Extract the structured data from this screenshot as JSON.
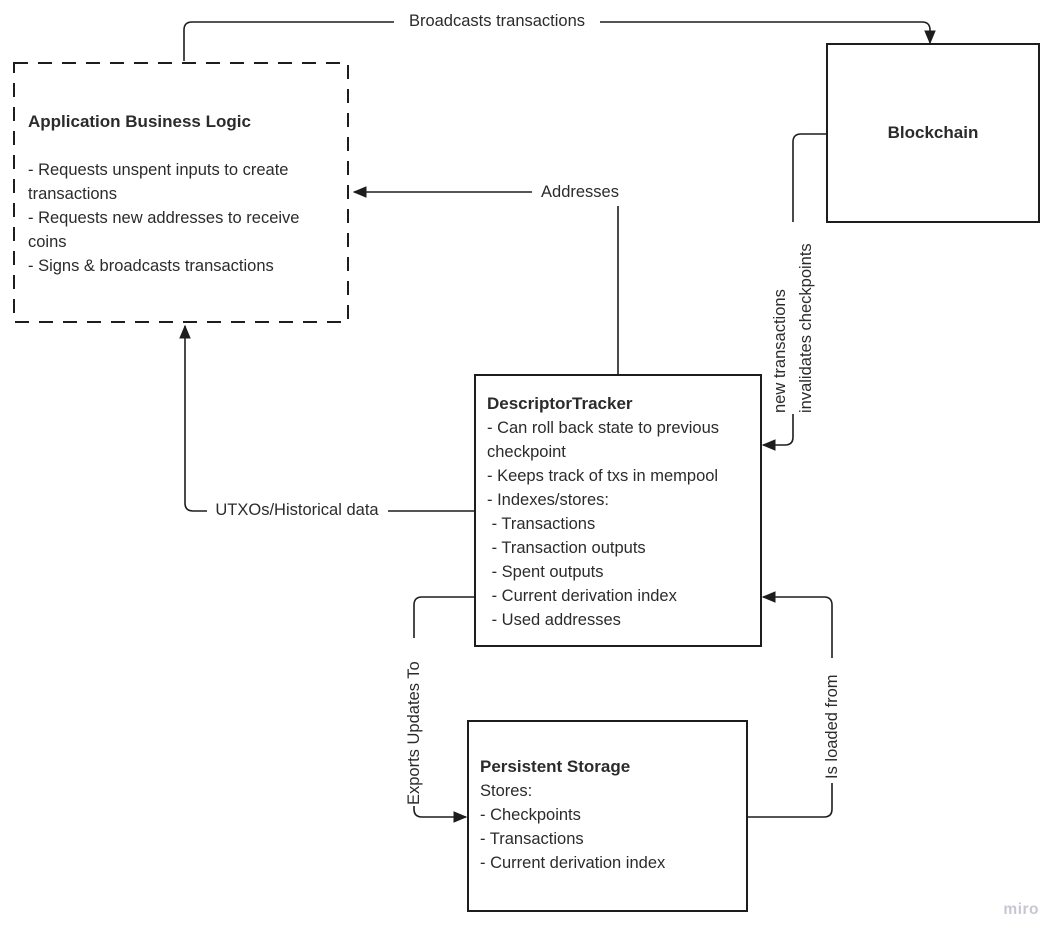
{
  "diagram": {
    "background_color": "#ffffff",
    "line_color": "#1d1d1d",
    "text_color": "#2b2b2b",
    "watermark_color": "#c8c6d3"
  },
  "boxes": {
    "application_business_logic": {
      "title": "Application Business Logic",
      "bullets": [
        "- Requests unspent inputs to create transactions",
        "- Requests new addresses to receive coins",
        "- Signs & broadcasts transactions"
      ]
    },
    "blockchain": {
      "title": "Blockchain"
    },
    "descriptor_tracker": {
      "title": "DescriptorTracker",
      "bullets": [
        "- Can roll back state to previous checkpoint",
        "- Keeps track of txs in mempool",
        "- Indexes/stores:",
        " - Transactions",
        " - Transaction outputs",
        " - Spent outputs",
        " - Current derivation index",
        " - Used addresses"
      ]
    },
    "persistent_storage": {
      "title": "Persistent Storage",
      "bullets": [
        "Stores:",
        "- Checkpoints",
        "- Transactions",
        "- Current derivation index"
      ]
    }
  },
  "edge_labels": {
    "broadcasts_transactions": "Broadcasts transactions",
    "addresses": "Addresses",
    "utxos_historical_data": "UTXOs/Historical data",
    "new_transactions_line1": "new transactions",
    "new_transactions_line2": "invalidates checkpoints",
    "exports_updates_to": "Exports Updates To",
    "is_loaded_from": "Is loaded from"
  },
  "watermark": "miro"
}
